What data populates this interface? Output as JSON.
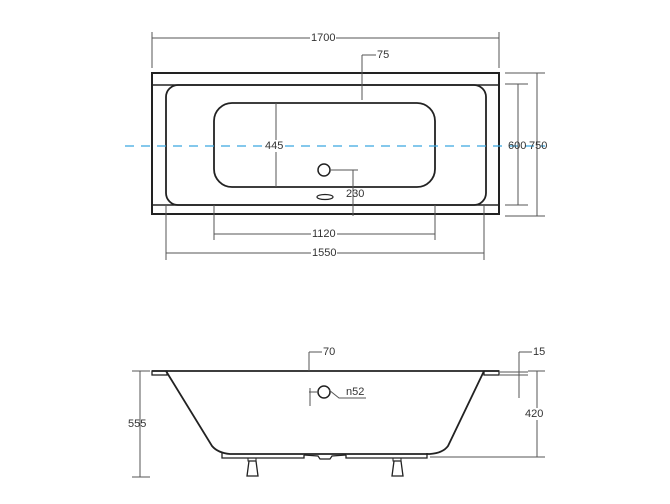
{
  "drawing": {
    "title": "Rectangular bathtub technical drawing",
    "colors": {
      "outline": "#222222",
      "dimension_line": "#555555",
      "centerline": "#3aa8e0",
      "background": "#ffffff"
    },
    "top_view": {
      "dimensions": {
        "overall_length": "1700",
        "rim_width": "75",
        "inner_basin_length": "1120",
        "basin_length": "1550",
        "inner_basin_width": "445",
        "drain_offset": "230",
        "basin_width": "600",
        "overall_width": "750"
      }
    },
    "side_view": {
      "dimensions": {
        "rim_thickness": "70",
        "overflow_diameter": "n52",
        "lip_thickness": "15",
        "inner_depth": "420",
        "total_height": "555"
      }
    }
  }
}
